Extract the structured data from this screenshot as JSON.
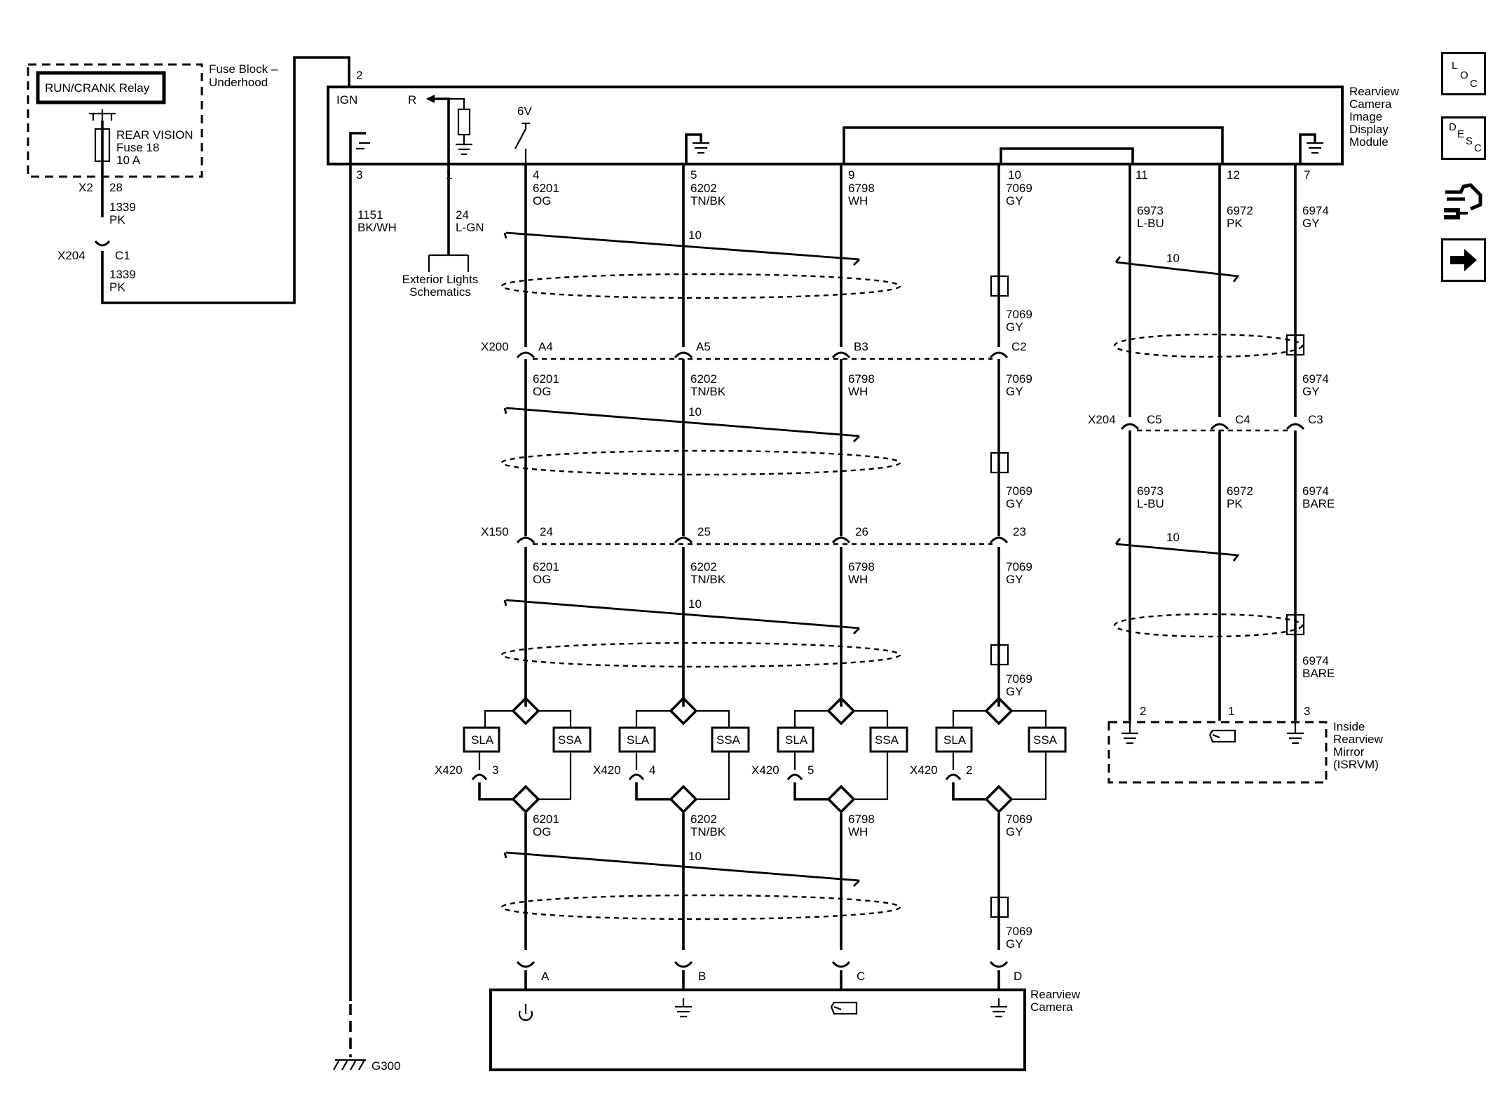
{
  "fuse_block": {
    "title_line1": "Fuse Block –",
    "title_line2": "Underhood",
    "relay": "RUN/CRANK Relay",
    "fuse_line1": "REAR VISION",
    "fuse_line2": "Fuse 18",
    "fuse_line3": "10 A",
    "conn_x2": "X2",
    "pin_28": "28",
    "wire_1339_a": "1339",
    "color_pk_a": "PK",
    "conn_x204": "X204",
    "pin_c1": "C1",
    "wire_1339_b": "1339",
    "color_pk_b": "PK"
  },
  "module": {
    "title_line1": "Rearview",
    "title_line2": "Camera",
    "title_line3": "Image",
    "title_line4": "Display",
    "title_line5": "Module",
    "pin_top": "2",
    "ign": "IGN",
    "r_label": "R",
    "v6": "6V",
    "pins": [
      "3",
      "1",
      "4",
      "5",
      "9",
      "10",
      "11",
      "12",
      "7"
    ]
  },
  "wires": {
    "w1151": "1151",
    "bkwh": "BK/WH",
    "w24": "24",
    "lgn": "L-GN",
    "ext_line1": "Exterior Lights",
    "ext_line2": "Schematics",
    "w6201": "6201",
    "og": "OG",
    "w6202": "6202",
    "tnbk": "TN/BK",
    "w6798": "6798",
    "wh": "WH",
    "w7069": "7069",
    "gy": "GY",
    "w6973": "6973",
    "lbu": "L-BU",
    "w6972": "6972",
    "pk": "PK",
    "w6974": "6974",
    "bare": "BARE",
    "twist10": "10"
  },
  "connectors": {
    "x200": "X200",
    "x200_pins": [
      "A4",
      "A5",
      "B3",
      "C2"
    ],
    "x150": "X150",
    "x150_pins": [
      "24",
      "25",
      "26",
      "23"
    ],
    "x204": "X204",
    "x204_pins": [
      "C5",
      "C4",
      "C3"
    ],
    "x420": "X420",
    "x420_pins": [
      "3",
      "4",
      "5",
      "2"
    ],
    "cam_pins": [
      "A",
      "B",
      "C",
      "D"
    ],
    "mirror_pins": [
      "2",
      "1",
      "3"
    ]
  },
  "splice": {
    "sla": "SLA",
    "ssa": "SSA"
  },
  "camera": {
    "title_line1": "Rearview",
    "title_line2": "Camera"
  },
  "mirror": {
    "title_line1": "Inside",
    "title_line2": "Rearview",
    "title_line3": "Mirror",
    "title_line4": "(ISRVM)"
  },
  "ground": {
    "g300": "G300"
  },
  "nav": {
    "loc": [
      "L",
      "O",
      "C"
    ],
    "desc": [
      "D",
      "E",
      "S",
      "C"
    ]
  }
}
